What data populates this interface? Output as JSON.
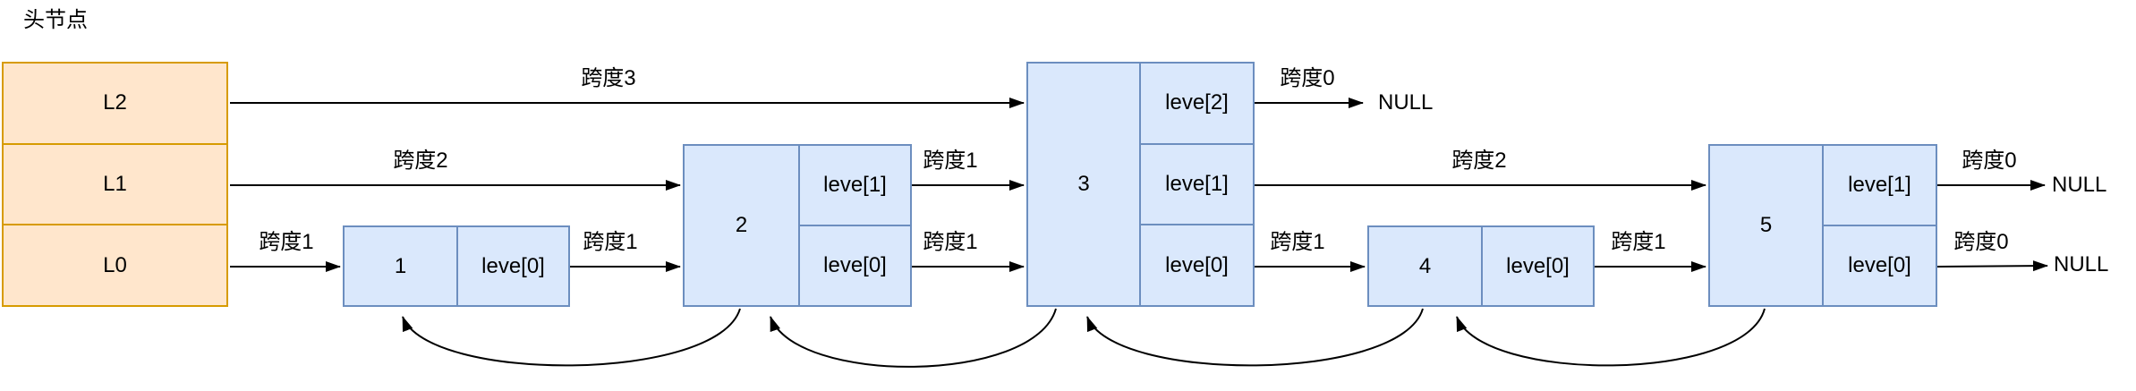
{
  "title": "头节点",
  "colors": {
    "header_fill": "#FFE6CC",
    "header_border": "#D79B00",
    "node_fill": "#DAE8FC",
    "node_border": "#6C8EBF",
    "arrow": "#000000",
    "text": "#000000",
    "background": "#ffffff"
  },
  "header": {
    "levels": [
      "L2",
      "L1",
      "L0"
    ]
  },
  "nodes": [
    {
      "value": "1",
      "levels": [
        "leve[0]"
      ]
    },
    {
      "value": "2",
      "levels": [
        "leve[1]",
        "leve[0]"
      ]
    },
    {
      "value": "3",
      "levels": [
        "leve[2]",
        "leve[1]",
        "leve[0]"
      ]
    },
    {
      "value": "4",
      "levels": [
        "leve[0]"
      ]
    },
    {
      "value": "5",
      "levels": [
        "leve[1]",
        "leve[0]"
      ]
    }
  ],
  "arrow_labels": [
    {
      "id": "header-l2-to-node3",
      "text": "跨度3"
    },
    {
      "id": "header-l1-to-node2",
      "text": "跨度2"
    },
    {
      "id": "header-l0-to-node1",
      "text": "跨度1"
    },
    {
      "id": "node1-l0-to-node2",
      "text": "跨度1"
    },
    {
      "id": "node2-l1-to-node3",
      "text": "跨度1"
    },
    {
      "id": "node2-l0-to-node3",
      "text": "跨度1"
    },
    {
      "id": "node3-l2-to-null",
      "text": "跨度0"
    },
    {
      "id": "node3-l1-to-node5",
      "text": "跨度2"
    },
    {
      "id": "node3-l0-to-node4",
      "text": "跨度1"
    },
    {
      "id": "node4-l0-to-node5",
      "text": "跨度1"
    },
    {
      "id": "node5-l1-to-null",
      "text": "跨度0"
    },
    {
      "id": "node5-l0-to-null",
      "text": "跨度0"
    }
  ],
  "null_labels": [
    {
      "id": "null-after-node3-l2",
      "text": "NULL"
    },
    {
      "id": "null-after-node5-l1",
      "text": "NULL"
    },
    {
      "id": "null-after-node5-l0",
      "text": "NULL"
    }
  ]
}
